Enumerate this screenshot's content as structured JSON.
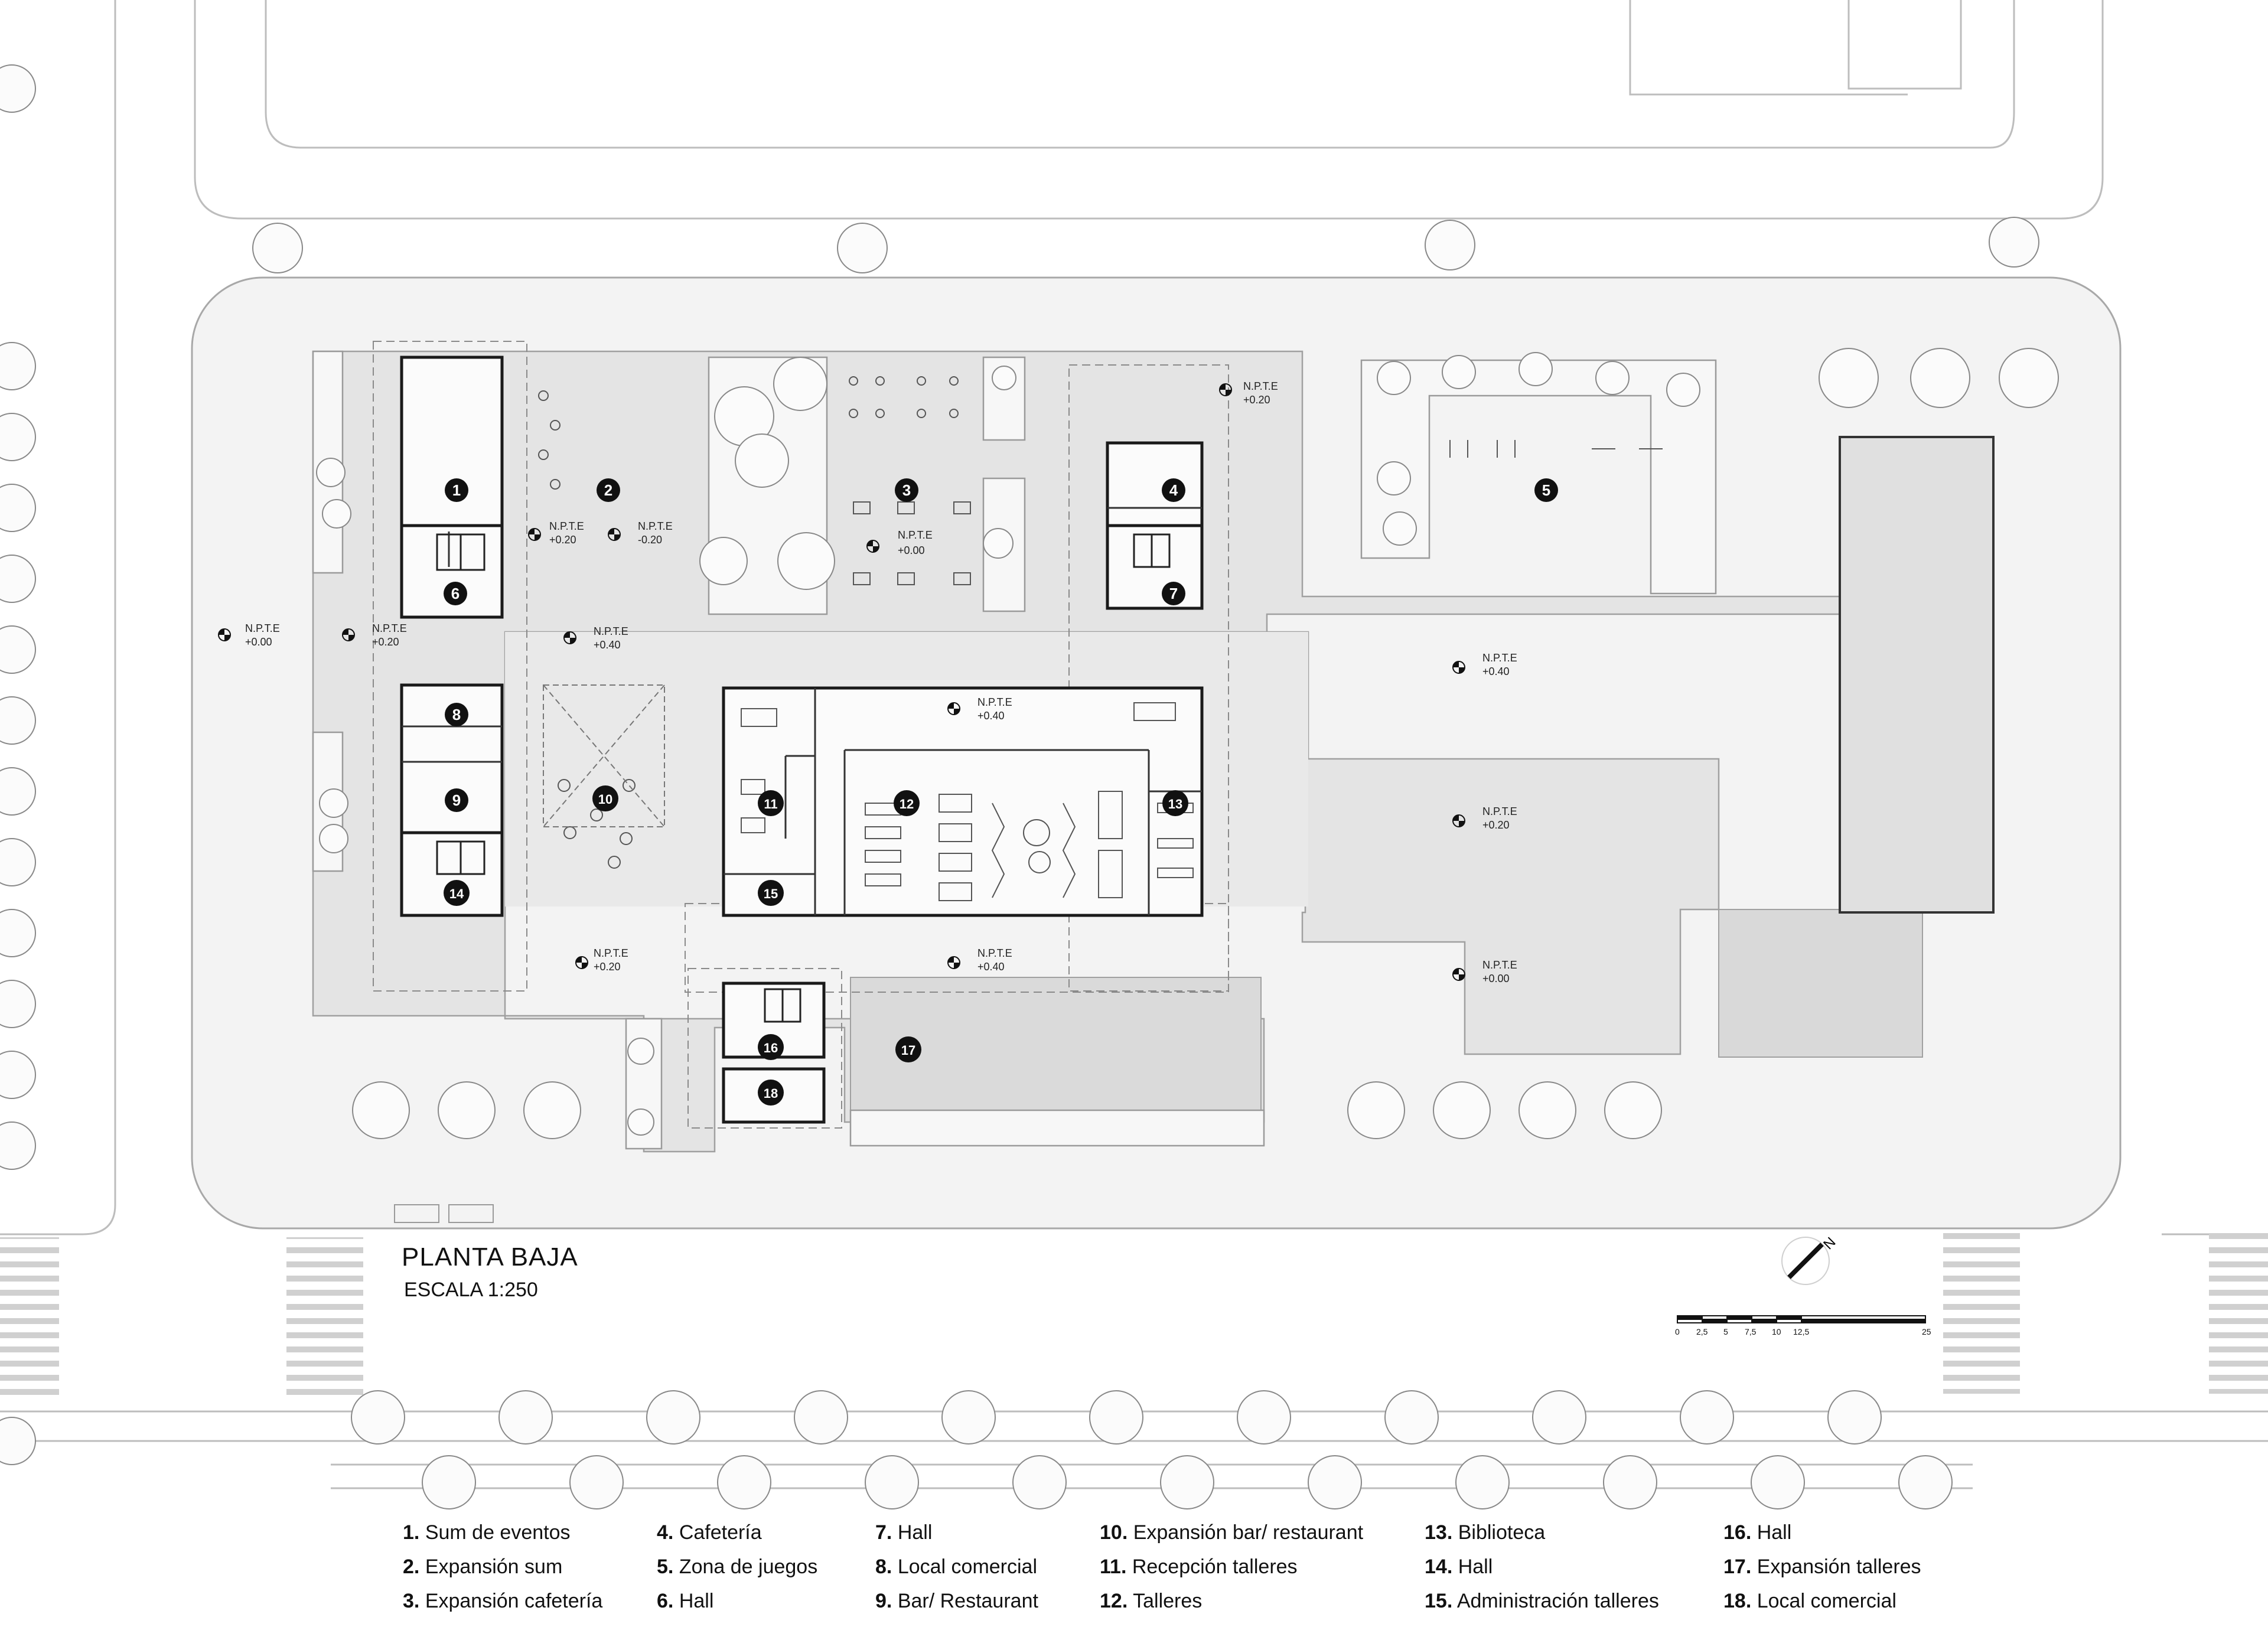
{
  "drawing": {
    "title": "PLANTA BAJA",
    "scale": "ESCALA 1:250",
    "north_label": "N",
    "scale_ticks": [
      "0",
      "2,5",
      "5",
      "7,5",
      "10",
      "12,5",
      "25"
    ]
  },
  "level_label": "N.P.T.E",
  "levels": [
    "+0.00",
    "+0.20",
    "+0.20",
    "-0.20",
    "+0.00",
    "+0.20",
    "+0.40",
    "+0.40",
    "+0.40",
    "+0.20",
    "+0.20",
    "+0.40",
    "+0.00"
  ],
  "markers": [
    "1",
    "2",
    "3",
    "4",
    "5",
    "6",
    "7",
    "8",
    "9",
    "10",
    "11",
    "12",
    "13",
    "14",
    "15",
    "16",
    "17",
    "18"
  ],
  "legend": [
    [
      {
        "num": "1.",
        "label": "Sum de eventos"
      },
      {
        "num": "2.",
        "label": "Expansión sum"
      },
      {
        "num": "3.",
        "label": "Expansión cafetería"
      }
    ],
    [
      {
        "num": "4.",
        "label": "Cafetería"
      },
      {
        "num": "5.",
        "label": "Zona de juegos"
      },
      {
        "num": "6.",
        "label": "Hall"
      }
    ],
    [
      {
        "num": "7.",
        "label": "Hall"
      },
      {
        "num": "8.",
        "label": "Local comercial"
      },
      {
        "num": "9.",
        "label": "Bar/ Restaurant"
      }
    ],
    [
      {
        "num": "10.",
        "label": "Expansión bar/ restaurant"
      },
      {
        "num": "11.",
        "label": "Recepción talleres"
      },
      {
        "num": "12.",
        "label": "Talleres"
      }
    ],
    [
      {
        "num": "13.",
        "label": "Biblioteca"
      },
      {
        "num": "14.",
        "label": "Hall"
      },
      {
        "num": "15.",
        "label": "Administración talleres"
      }
    ],
    [
      {
        "num": "16.",
        "label": "Hall"
      },
      {
        "num": "17.",
        "label": "Expansión talleres"
      },
      {
        "num": "18.",
        "label": "Local comercial"
      }
    ]
  ],
  "colors": {
    "ink": "#111111",
    "paving": "#e6e6e6",
    "paving_dark": "#d6d6d6",
    "site": "#f2f2f2",
    "line": "#9a9a9a"
  }
}
